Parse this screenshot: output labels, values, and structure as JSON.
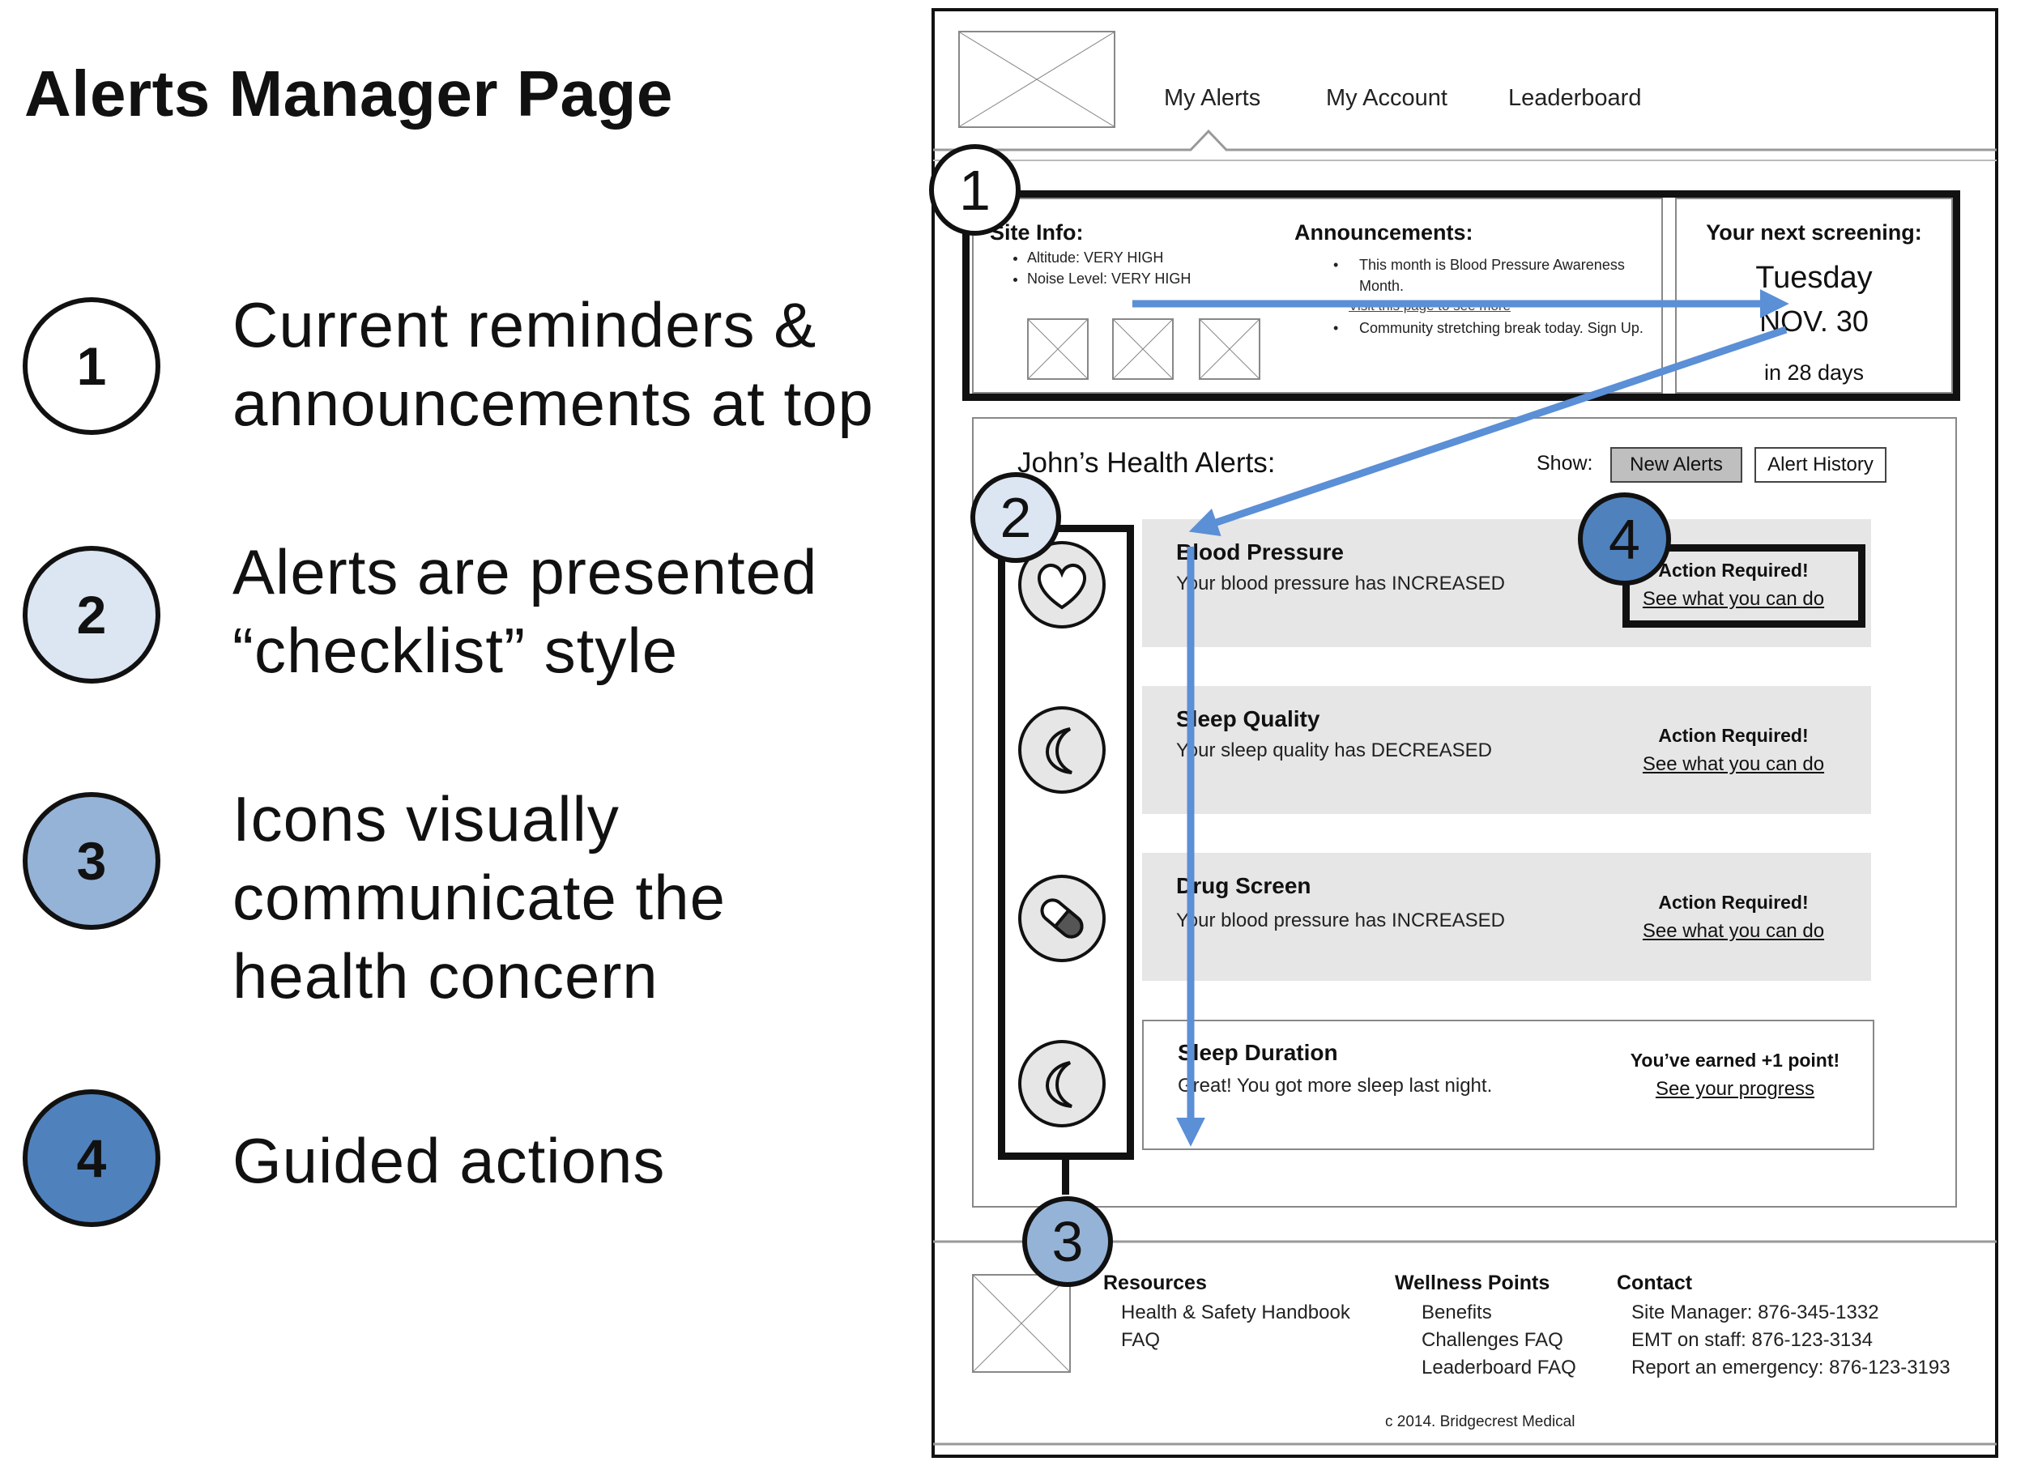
{
  "title": "Alerts Manager Page",
  "legend": [
    {
      "num": "1",
      "lines": [
        "Current reminders &",
        "announcements at top"
      ],
      "color": "#ffffff"
    },
    {
      "num": "2",
      "lines": [
        "Alerts are presented",
        "“checklist” style"
      ],
      "color": "#dce6f2"
    },
    {
      "num": "3",
      "lines": [
        "Icons visually",
        "communicate the",
        "health concern"
      ],
      "color": "#95b3d7"
    },
    {
      "num": "4",
      "lines": [
        "Guided actions"
      ],
      "color": "#4f81bd"
    }
  ],
  "nav": {
    "my_alerts": "My Alerts",
    "my_account": "My Account",
    "leaderboard": "Leaderboard"
  },
  "site_info": {
    "heading": "Site Info:",
    "items": [
      "Altitude: VERY HIGH",
      "Noise Level: VERY HIGH"
    ]
  },
  "announcements": {
    "heading": "Announcements:",
    "item1": "This month is Blood Pressure Awareness Month.",
    "link": "Visit this page to see more",
    "item2": "Community stretching break today. Sign Up."
  },
  "screening": {
    "heading": "Your next screening:",
    "day": "Tuesday",
    "date": "NOV. 30",
    "countdown": "in 28 days"
  },
  "alerts_section": {
    "title": "John’s Health Alerts:",
    "show_label": "Show:",
    "new_alerts": "New Alerts",
    "alert_history": "Alert History"
  },
  "alerts": [
    {
      "title": "Blood Pressure",
      "desc": "Your blood pressure has INCREASED",
      "action": "Action Required!",
      "link": "See what you can do",
      "icon": "heart-icon"
    },
    {
      "title": "Sleep Quality",
      "desc": "Your sleep quality has DECREASED",
      "action": "Action Required!",
      "link": "See what you can do",
      "icon": "moon-icon"
    },
    {
      "title": "Drug Screen",
      "desc": "Your blood pressure has INCREASED",
      "action": "Action Required!",
      "link": "See what you can do",
      "icon": "pill-icon"
    },
    {
      "title": "Sleep Duration",
      "desc": "Great! You got more sleep last night.",
      "action": "You’ve earned +1 point!",
      "link": "See your progress",
      "icon": "moon-icon"
    }
  ],
  "footer": {
    "resources": {
      "heading": "Resources",
      "items": [
        "Health & Safety Handbook",
        "FAQ"
      ]
    },
    "wellness": {
      "heading": "Wellness Points",
      "items": [
        "Benefits",
        "Challenges FAQ",
        "Leaderboard FAQ"
      ]
    },
    "contact": {
      "heading": "Contact",
      "items": [
        "Site Manager: 876-345-1332",
        "EMT on staff: 876-123-3134",
        "Report an emergency: 876-123-3193"
      ]
    },
    "copyright": "c 2014. Bridgecrest Medical"
  },
  "colors": {
    "arrow": "#5b8fd6",
    "card": "#e6e6e6",
    "badge1": "#ffffff",
    "badge2": "#dce6f2",
    "badge3": "#95b3d7",
    "badge4": "#4f81bd"
  }
}
